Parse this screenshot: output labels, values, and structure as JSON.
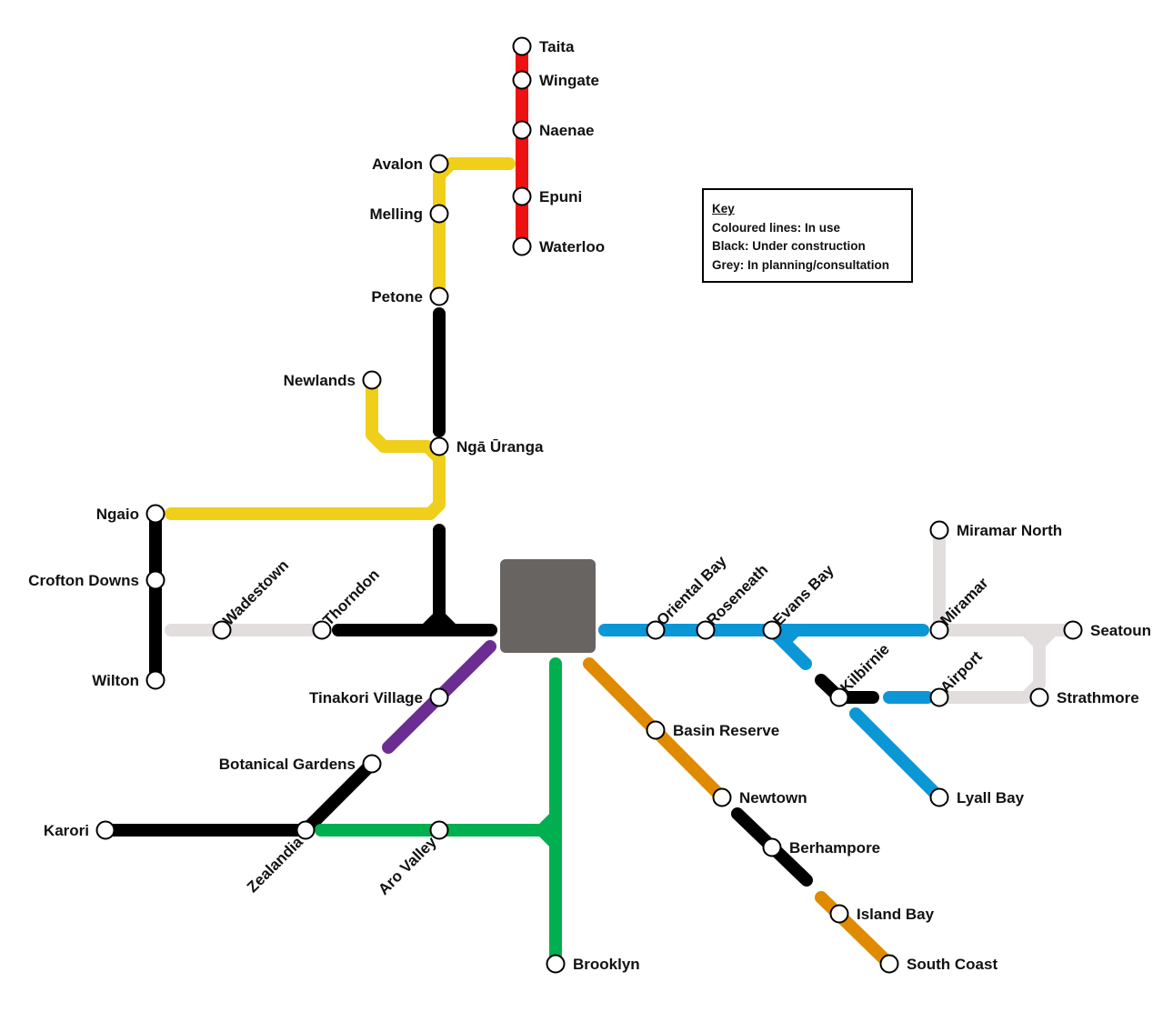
{
  "title": "Wellington transit network map",
  "key": {
    "title": "Key",
    "lines": [
      "Coloured lines: In use",
      "Black: Under construction",
      "Grey: In planning/consultation"
    ]
  },
  "colors": {
    "red": "#ee1111",
    "yellow": "#f0cf1a",
    "black": "#000000",
    "grey": "#e2dede",
    "blue": "#0b96d6",
    "green": "#00b050",
    "orange": "#e08a00",
    "purple": "#6b2d91",
    "hub": "#686462"
  },
  "stations": [
    "Taita",
    "Wingate",
    "Naenae",
    "Epuni",
    "Waterloo",
    "Avalon",
    "Melling",
    "Petone",
    "Newlands",
    "Ngā Ūranga",
    "Ngaio",
    "Crofton Downs",
    "Wilton",
    "Wadestown",
    "Thorndon",
    "Tinakori Village",
    "Botanical Gardens",
    "Karori",
    "Zealandia",
    "Aro Valley",
    "Brooklyn",
    "Basin Reserve",
    "Newtown",
    "Berhampore",
    "Island Bay",
    "South Coast",
    "Oriental Bay",
    "Roseneath",
    "Evans Bay",
    "Kilbirnie",
    "Miramar",
    "Airport",
    "Miramar North",
    "Seatoun",
    "Strathmore",
    "Lyall Bay"
  ]
}
